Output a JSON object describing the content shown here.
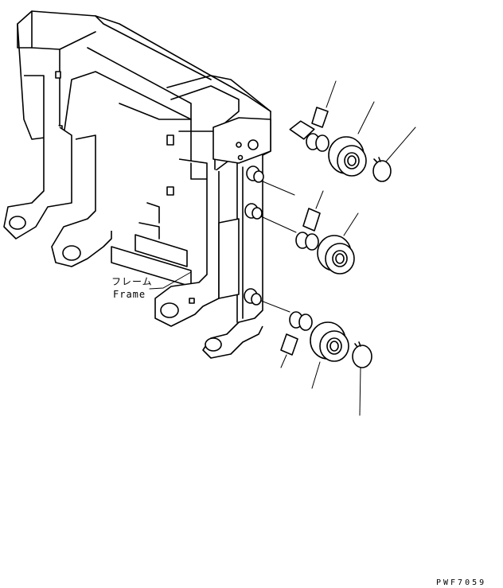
{
  "label": {
    "jp": "フレーム",
    "en": "Frame"
  },
  "drawing_code": "PWF7059"
}
